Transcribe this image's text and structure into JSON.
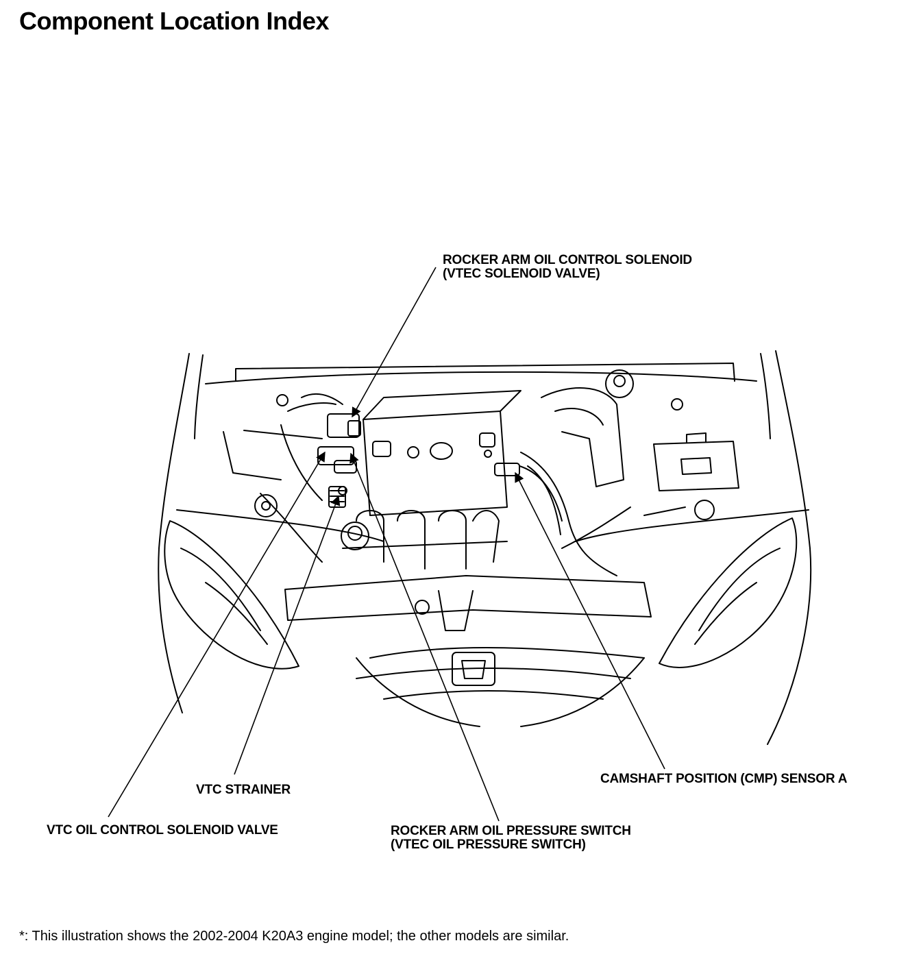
{
  "title": "Component Location Index",
  "labels": {
    "rocker_arm_solenoid": {
      "line1": "ROCKER ARM OIL CONTROL SOLENOID",
      "line2": "(VTEC SOLENOID VALVE)"
    },
    "camshaft_sensor": "CAMSHAFT POSITION (CMP) SENSOR A",
    "vtc_strainer": "VTC STRAINER",
    "vtc_solenoid_valve": "VTC OIL CONTROL SOLENOID VALVE",
    "rocker_arm_switch": {
      "line1": "ROCKER ARM OIL PRESSURE SWITCH",
      "line2": "(VTEC OIL PRESSURE SWITCH)"
    }
  },
  "footnote": "*: This illustration shows the 2002-2004 K20A3 engine model; the other models are similar."
}
